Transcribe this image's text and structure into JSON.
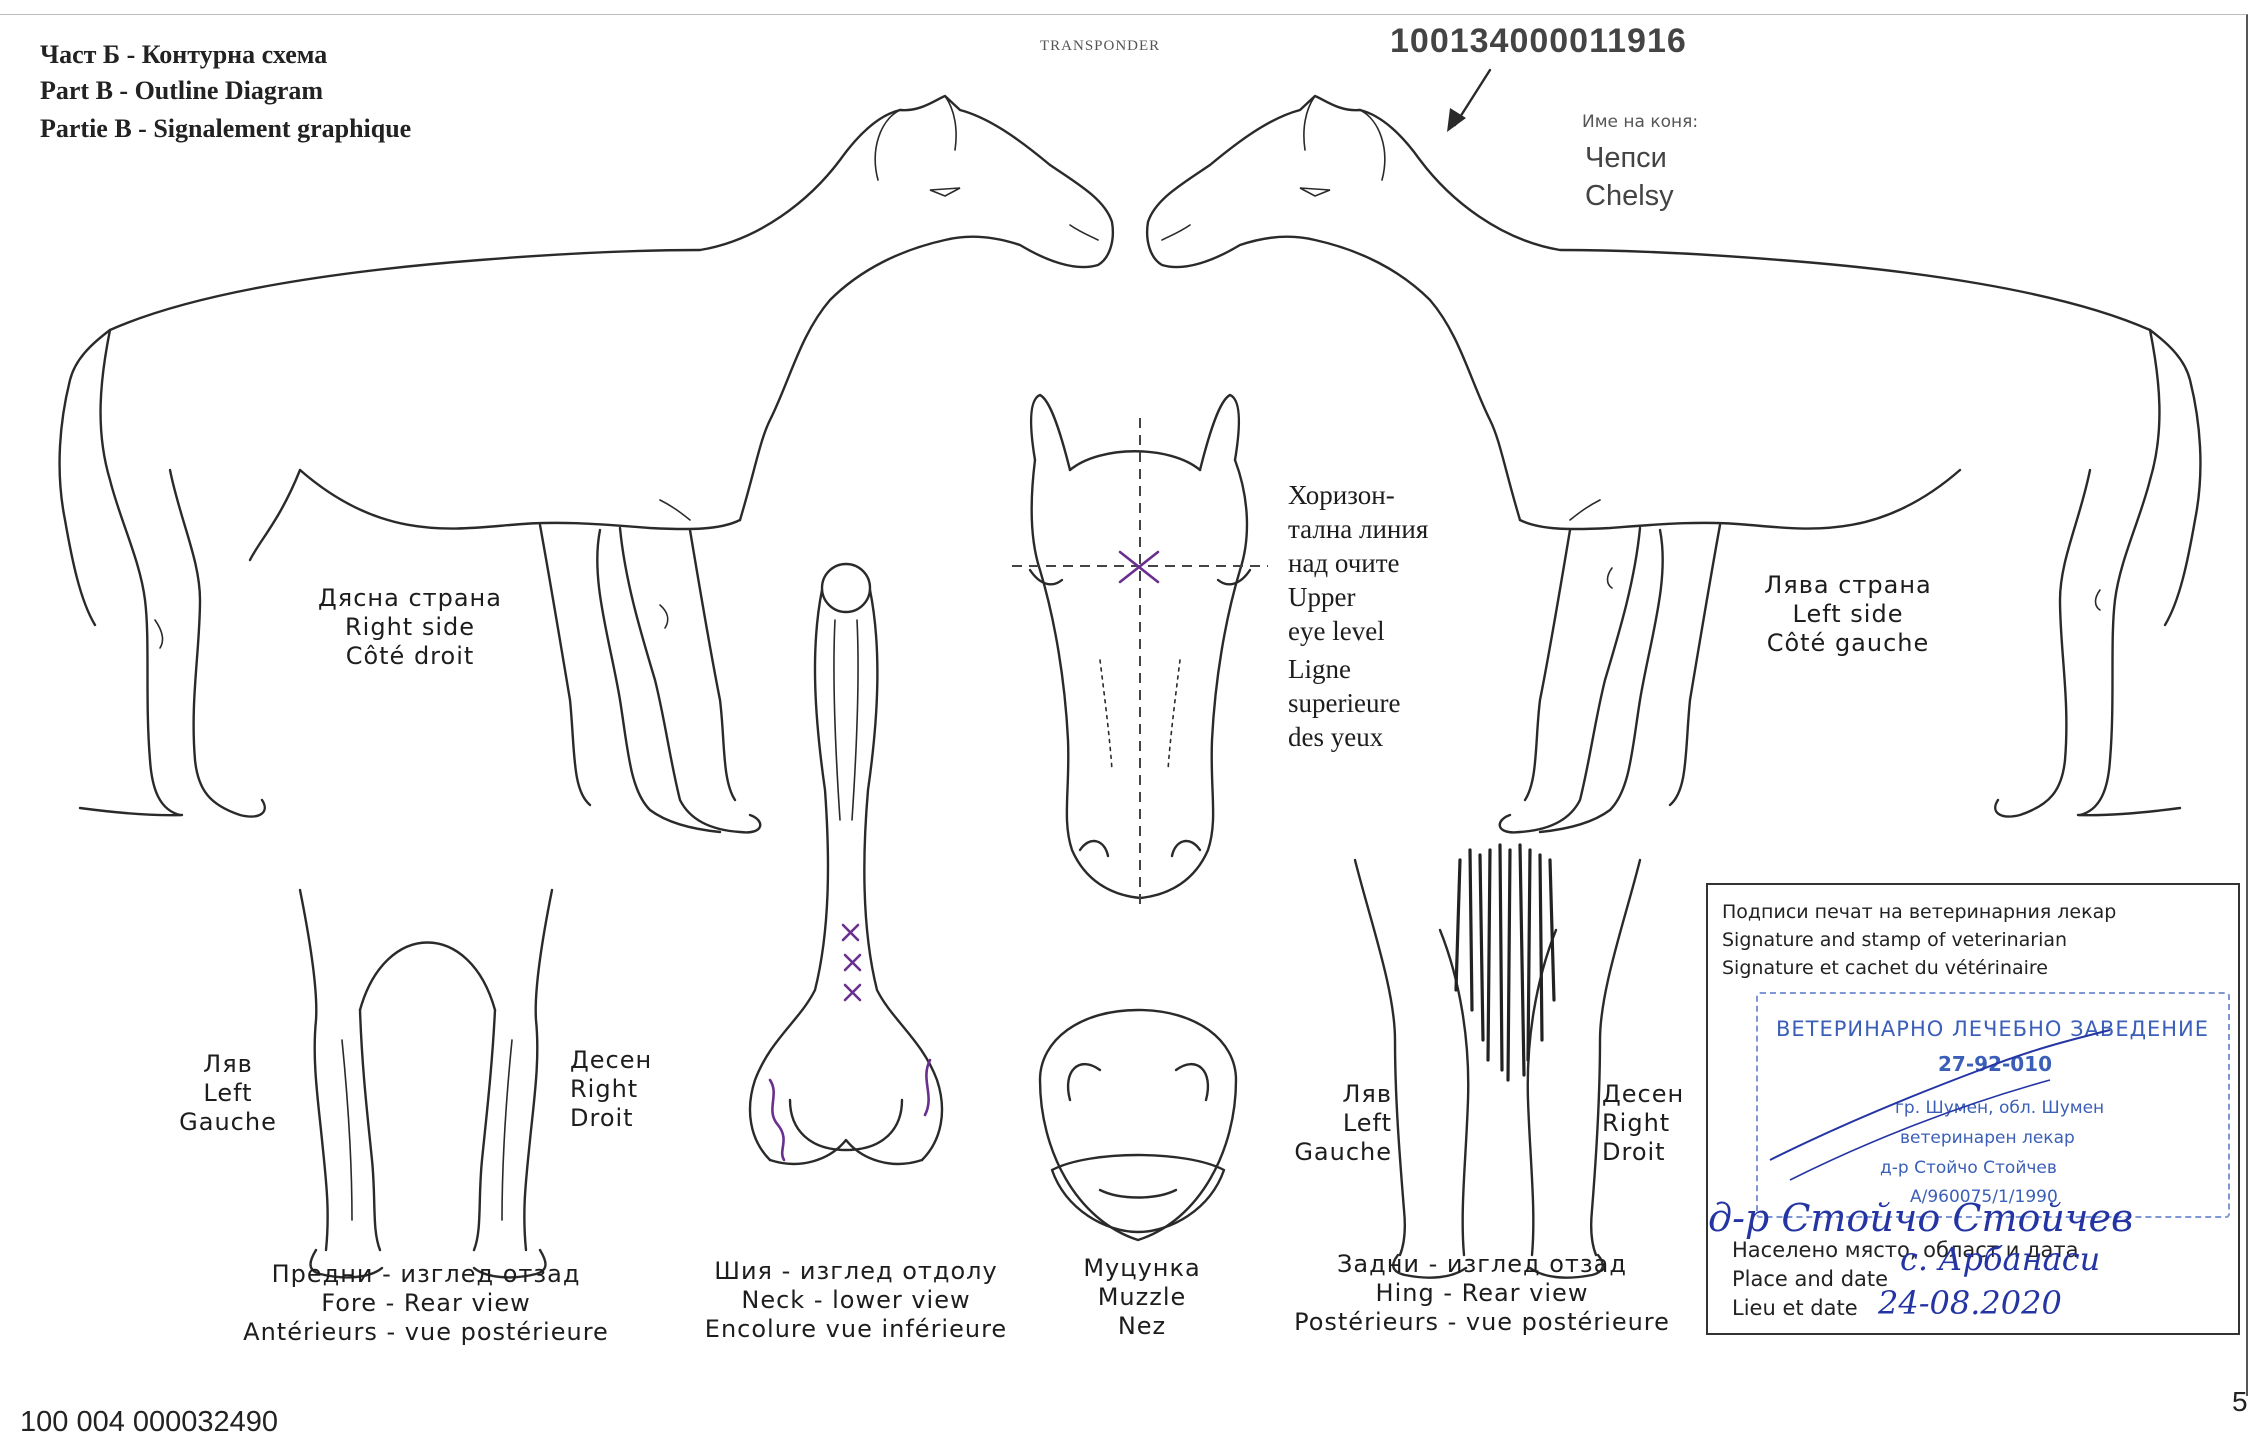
{
  "header": {
    "line_bg": "Част Б - Контурна схема",
    "line_en": "Part B - Outline Diagram",
    "line_fr": "Partie B - Signalement graphique",
    "small_center": "TRANSPONDER",
    "transponder_code": "100134000011916",
    "horse_name_label": "Име на коня:",
    "horse_name_bg": "Чепси",
    "horse_name_latin": "Chelsy"
  },
  "labels": {
    "right_side": [
      "Дясна страна",
      "Right side",
      "Côté droit"
    ],
    "left_side": [
      "Лява страна",
      "Left side",
      "Côté gauche"
    ],
    "eye_level": [
      "Хоризон-",
      "тална линия",
      "над очите",
      "Upper",
      "eye level",
      "Ligne",
      "superieure",
      "des yeux"
    ],
    "fore_left": [
      "Ляв",
      "Left",
      "Gauche"
    ],
    "fore_right": [
      "Десен",
      "Right",
      "Droit"
    ],
    "hind_left": [
      "Ляв",
      "Left",
      "Gauche"
    ],
    "hind_right": [
      "Десен",
      "Right",
      "Droit"
    ],
    "fore_caption": [
      "Предни - изглед отзад",
      "Fore - Rear view",
      "Antérieurs - vue postérieure"
    ],
    "neck_caption": [
      "Шия - изглед отдолу",
      "Neck - lower view",
      "Encolure vue inférieure"
    ],
    "muzzle_caption": [
      "Муцунка",
      "Muzzle",
      "Nez"
    ],
    "hind_caption": [
      "Задни - изглед отзад",
      "Hing - Rear view",
      "Postérieurs - vue postérieure"
    ]
  },
  "stamp": {
    "title": [
      "Подписи печат на ветеринарния лекар",
      "Signature and stamp of veterinarian",
      "Signature et cachet du vétérinaire"
    ],
    "institution": "ВЕТЕРИНАРНО ЛЕЧЕБНО ЗАВЕДЕНИЕ",
    "number": "27-92-010",
    "location": "гр. Шумен, обл. Шумен",
    "role": "ветеринарен лекар",
    "doctor": "д-р Стойчо Стойчев",
    "registration": "А/960075/1/1990",
    "signature": "д-р Стойчо Стойчев",
    "place_label_bg": "Населено място, област и дата",
    "place_label_en": "Place and date",
    "place_label_fr": "Lieu et date",
    "place_value": "с. Арбанаси",
    "date_value": "24-08.2020"
  },
  "footer": {
    "document_number": "100 004 000032490",
    "page_number": "5"
  },
  "colors": {
    "outline": "#2a2a2a",
    "marking_ink": "#6a2f8e",
    "stamp_blue": "#3b5fb8",
    "pen_blue": "#2435a3"
  }
}
